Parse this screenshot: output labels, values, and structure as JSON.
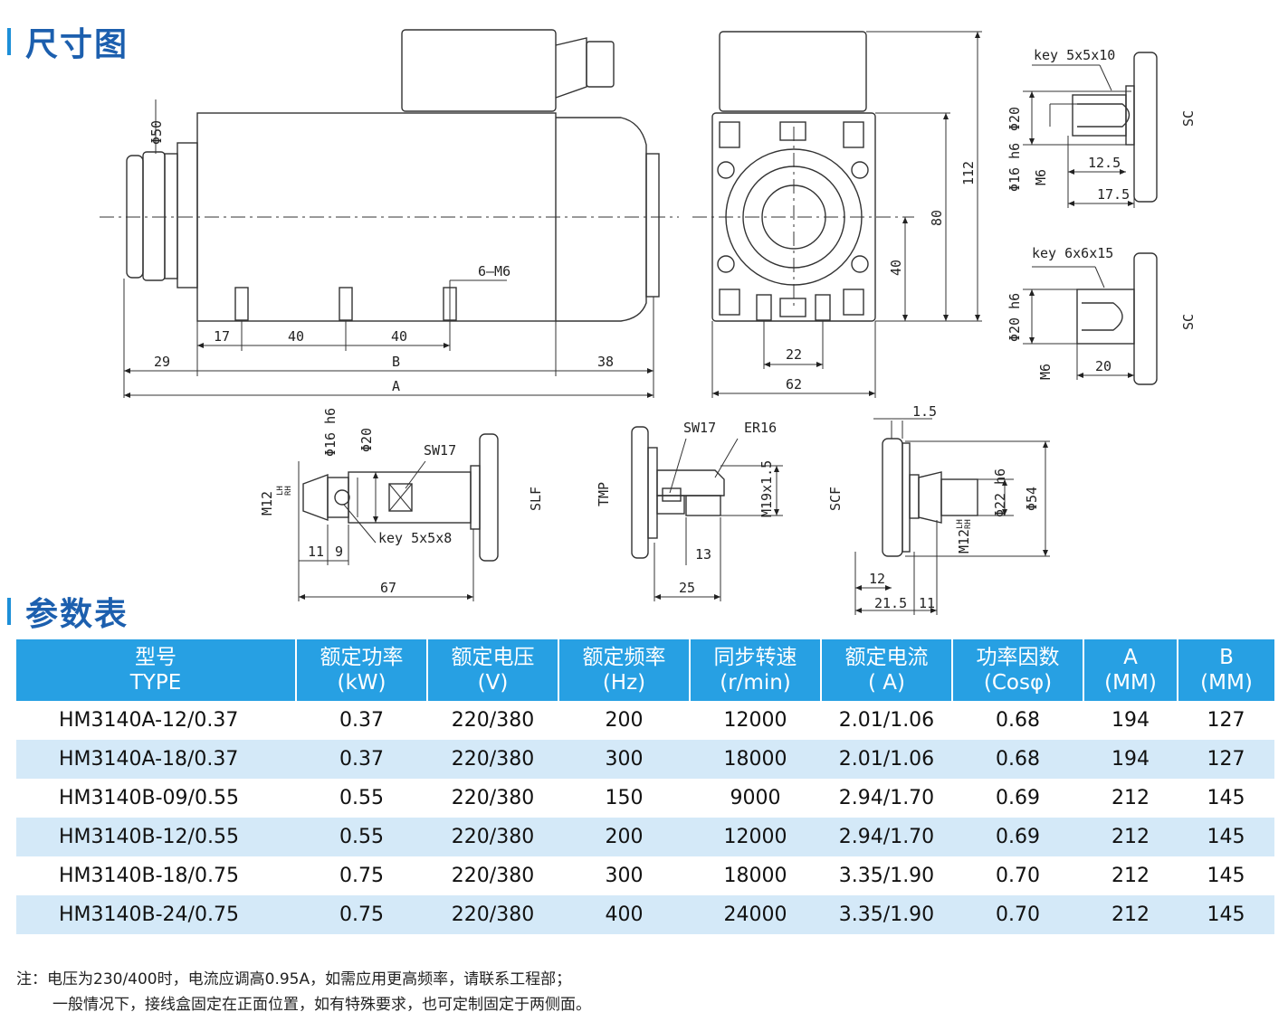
{
  "headings": {
    "dimensions": "尺寸图",
    "parameters": "参数表"
  },
  "drawing": {
    "dims": {
      "phi50": "Φ50",
      "w29": "29",
      "w17": "17",
      "w40a": "40",
      "w40b": "40",
      "thread": "6–M6",
      "lB": "B",
      "lA": "A",
      "w38": "38",
      "h112": "112",
      "h80": "80",
      "h40": "40",
      "w22": "22",
      "w62": "62"
    },
    "sc1": {
      "key": "key 5x5x10",
      "d1": "Φ20",
      "d2": "Φ16 h6",
      "m": "M6",
      "l1": "12.5",
      "l2": "17.5",
      "tag": "SC"
    },
    "sc2": {
      "key": "key 6x6x15",
      "d1": "Φ20 h6",
      "m": "M6",
      "l1": "20",
      "tag": "SC"
    },
    "slf": {
      "d1": "Φ16 h6",
      "d2": "Φ20",
      "sw": "SW17",
      "m": "M12",
      "rh": "RH",
      "lh": "LH",
      "key": "key  5x5x8",
      "l11": "11",
      "l9": "9",
      "l67": "67",
      "tag": "SLF"
    },
    "tmp": {
      "sw": "SW17",
      "er": "ER16",
      "m": "M19x1.5",
      "l13": "13",
      "l25": "25",
      "tag": "TMP"
    },
    "scf": {
      "t": "1.5",
      "d1": "Φ22 h6",
      "d2": "Φ54",
      "m": "M12",
      "rh": "RH",
      "lh": "LH",
      "l12": "12",
      "l215": "21.5",
      "l11": "11",
      "tag": "SCF"
    }
  },
  "table": {
    "headers": [
      {
        "zh": "型号",
        "en": "TYPE"
      },
      {
        "zh": "额定功率",
        "en": "(kW)"
      },
      {
        "zh": "额定电压",
        "en": "(V)"
      },
      {
        "zh": "额定频率",
        "en": "(Hz)"
      },
      {
        "zh": "同步转速",
        "en": "(r/min)"
      },
      {
        "zh": "额定电流",
        "en": "( A)"
      },
      {
        "zh": "功率因数",
        "en": "(Cosφ)"
      },
      {
        "zh": "A",
        "en": "(MM)"
      },
      {
        "zh": "B",
        "en": "(MM)"
      }
    ],
    "rows": [
      [
        "HM3140A-12/0.37",
        "0.37",
        "220/380",
        "200",
        "12000",
        "2.01/1.06",
        "0.68",
        "194",
        "127"
      ],
      [
        "HM3140A-18/0.37",
        "0.37",
        "220/380",
        "300",
        "18000",
        "2.01/1.06",
        "0.68",
        "194",
        "127"
      ],
      [
        "HM3140B-09/0.55",
        "0.55",
        "220/380",
        "150",
        "9000",
        "2.94/1.70",
        "0.69",
        "212",
        "145"
      ],
      [
        "HM3140B-12/0.55",
        "0.55",
        "220/380",
        "200",
        "12000",
        "2.94/1.70",
        "0.69",
        "212",
        "145"
      ],
      [
        "HM3140B-18/0.75",
        "0.75",
        "220/380",
        "300",
        "18000",
        "3.35/1.90",
        "0.70",
        "212",
        "145"
      ],
      [
        "HM3140B-24/0.75",
        "0.75",
        "220/380",
        "400",
        "24000",
        "3.35/1.90",
        "0.70",
        "212",
        "145"
      ]
    ]
  },
  "notes": [
    "注：电压为230/400时，电流应调高0.95A，如需应用更高频率，请联系工程部；",
    "一般情况下，接线盒固定在正面位置，如有特殊要求，也可定制固定于两侧面。"
  ]
}
